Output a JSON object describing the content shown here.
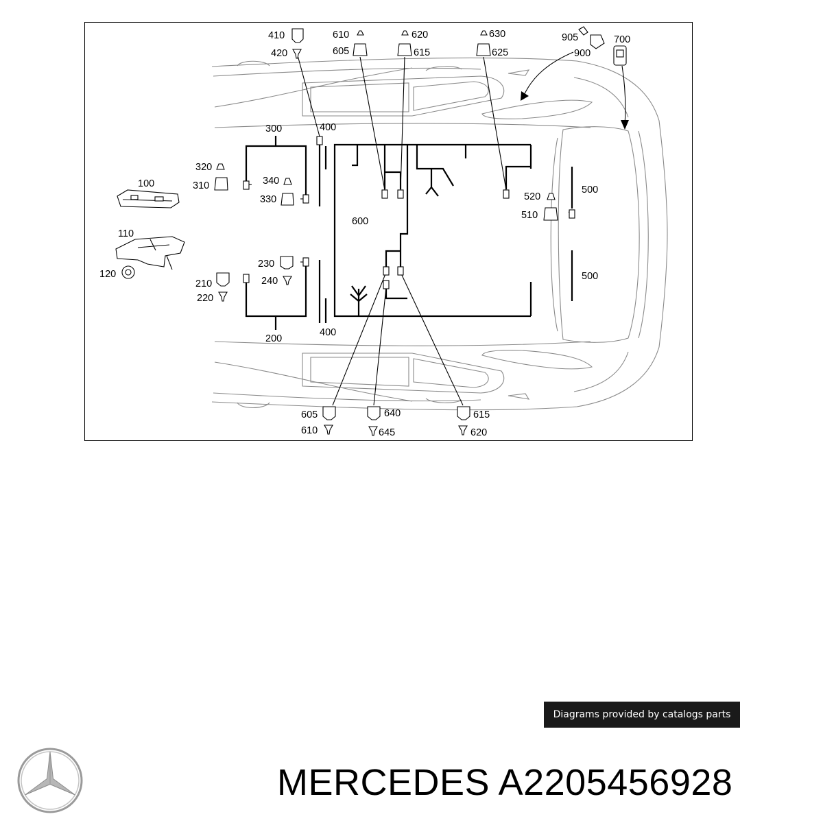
{
  "diagram": {
    "labels": {
      "l410": "410",
      "l420": "420",
      "l610a": "610",
      "l605a": "605",
      "l620a": "620",
      "l615a": "615",
      "l630": "630",
      "l625": "625",
      "l905": "905",
      "l900": "900",
      "l700": "700",
      "l300": "300",
      "l400a": "400",
      "l320": "320",
      "l310": "310",
      "l340": "340",
      "l330": "330",
      "l100": "100",
      "l600": "600",
      "l520": "520",
      "l510": "510",
      "l500a": "500",
      "l110": "110",
      "l120": "120",
      "l230": "230",
      "l210": "210",
      "l240": "240",
      "l220": "220",
      "l500b": "500",
      "l200": "200",
      "l400b": "400",
      "l605b": "605",
      "l610b": "610",
      "l640": "640",
      "l645": "645",
      "l615b": "615",
      "l620b": "620"
    }
  },
  "caption": "Diagrams provided by catalogs parts",
  "brand": {
    "name": "MERCEDES",
    "part_number": "A2205456928",
    "logo_icon": "mercedes-star-icon"
  },
  "colors": {
    "caption_bg": "#1a1a1a",
    "caption_text": "#ffffff",
    "car_outline": "#8a8a8a",
    "logo": "#9a9a9a"
  }
}
